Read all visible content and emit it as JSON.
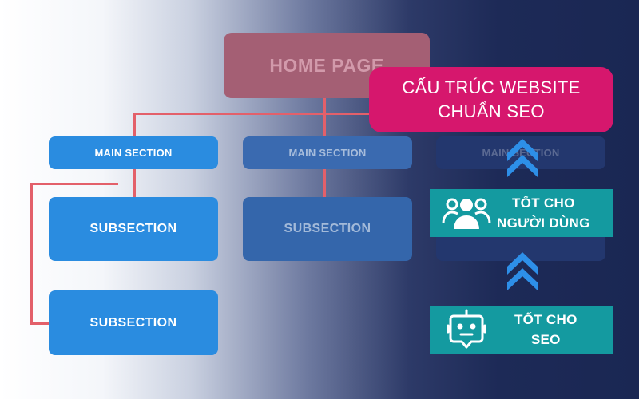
{
  "diagram": {
    "home_label": "HOME PAGE",
    "main_section_label": "MAIN SECTION",
    "subsection_label": "SUBSECTION"
  },
  "title": {
    "line1": "CẤU TRÚC WEBSITE",
    "line2": "CHUẨN SEO"
  },
  "benefits": {
    "users": {
      "line1": "TỐT CHO",
      "line2": "NGƯỜI DÙNG",
      "icon": "users-group-icon"
    },
    "seo": {
      "line1": "TỐT CHO",
      "line2": "SEO",
      "icon": "robot-chat-icon"
    }
  },
  "colors": {
    "title_bg": "#d6176d",
    "benefit_bg": "#149aa0",
    "box_blue": "#2a8ce0",
    "connector": "#e3606a",
    "chevron": "#2d8fe8"
  }
}
